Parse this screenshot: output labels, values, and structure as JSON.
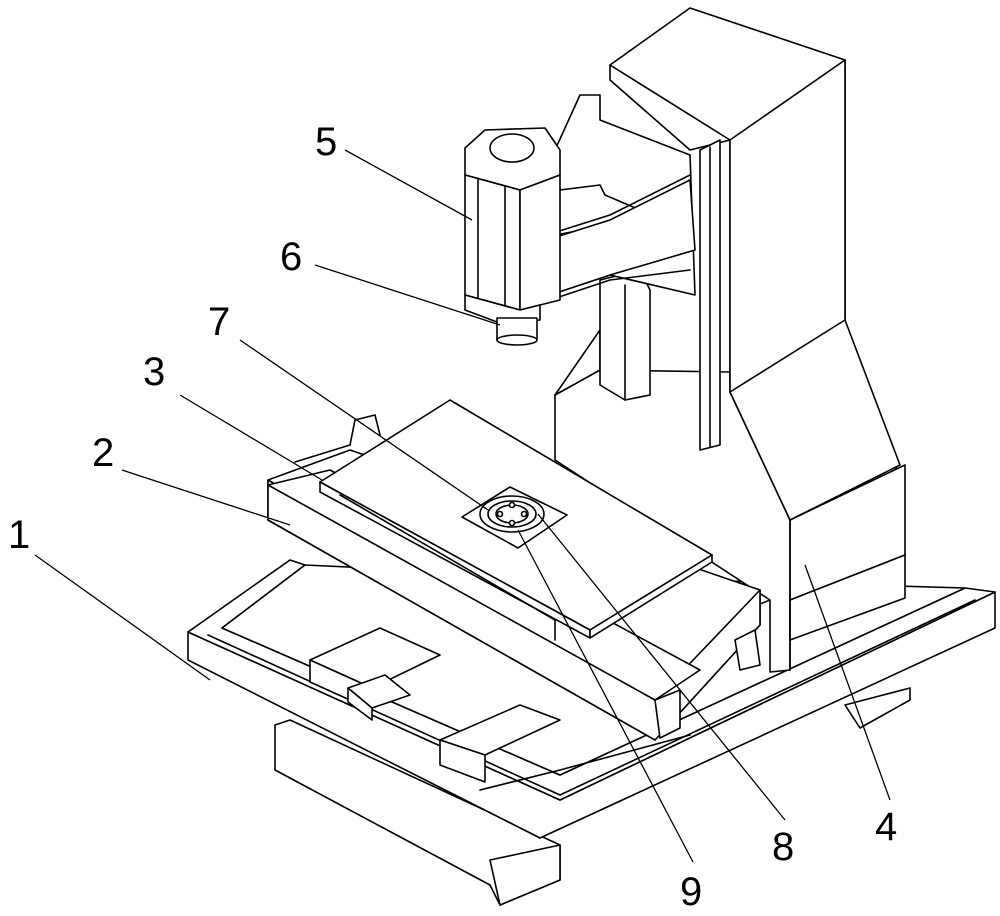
{
  "labels": {
    "base": "1",
    "saddle": "2",
    "table": "3",
    "column": "4",
    "spindle_head": "5",
    "spindle": "6",
    "chuck_plate": "7",
    "chuck_ring": "8",
    "chuck_jaws": "9"
  },
  "colors": {
    "line": "#000000",
    "background": "#ffffff"
  }
}
